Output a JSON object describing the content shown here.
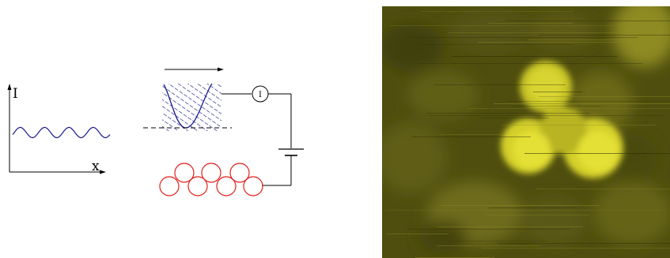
{
  "graph": {
    "y_axis_label": "I",
    "x_axis_label": "x"
  },
  "circuit": {
    "meter_label": "I"
  },
  "colors": {
    "signal_curve": "#1a1a8c",
    "tip_hatch": "#1a1a8c",
    "atoms": "#e0201a",
    "wires": "#000000",
    "stm_image_base": "#5c5a10",
    "stm_image_bright": "#e8e430"
  },
  "icons": {
    "scan_arrow": "right-arrow",
    "battery": "battery-symbol",
    "ammeter": "circled-letter"
  }
}
